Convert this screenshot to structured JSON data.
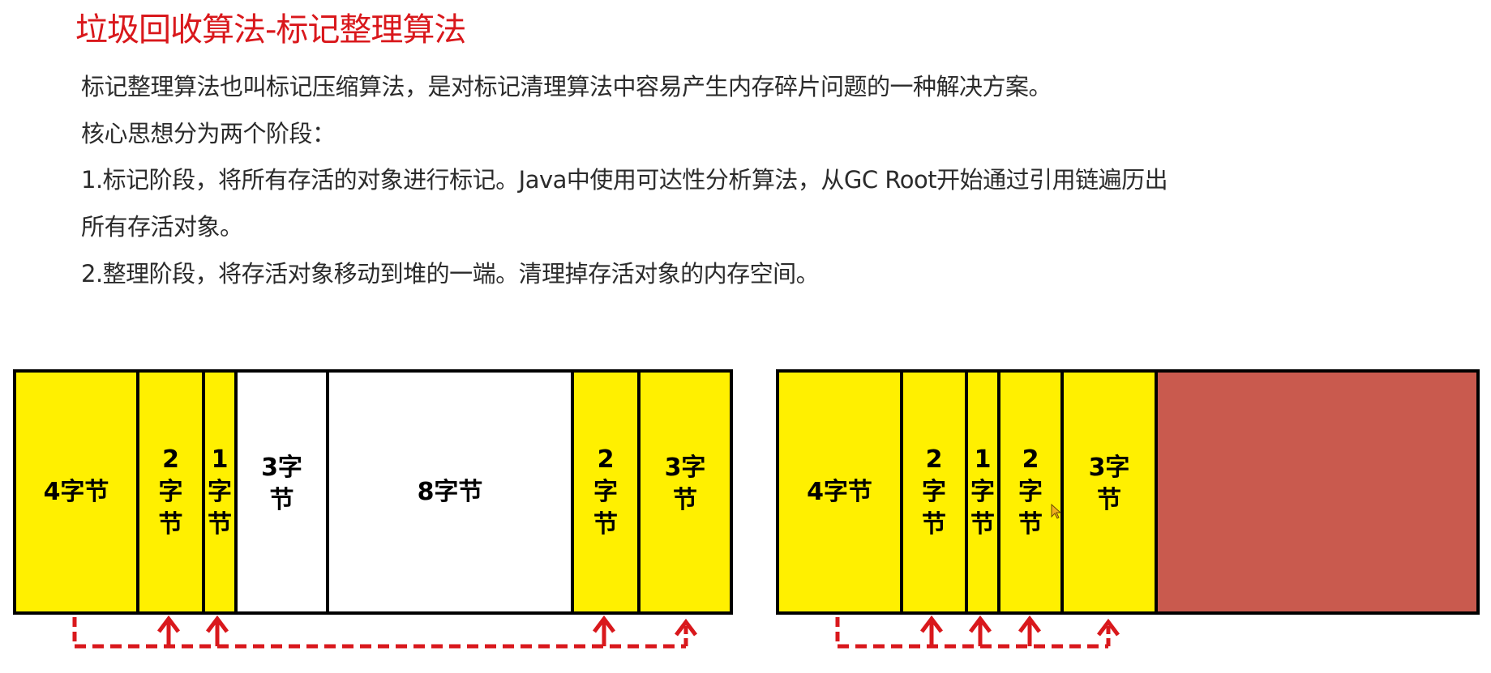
{
  "title": "垃圾回收算法-标记整理算法",
  "paragraphs": [
    "标记整理算法也叫标记压缩算法，是对标记清理算法中容易产生内存碎片问题的一种解决方案。",
    "核心思想分为两个阶段：",
    "1.标记阶段，将所有存活的对象进行标记。Java中使用可达性分析算法，从GC Root开始通过引用链遍历出",
    "所有存活对象。",
    "2.整理阶段，将存活对象移动到堆的一端。清理掉存活对象的内存空间。"
  ],
  "colors": {
    "title": "#D9181C",
    "live": "#FFF000",
    "free": "#FFFFFF",
    "reclaimed": "#C95A4E",
    "arrow": "#D9181C"
  },
  "before_heap": {
    "segments": [
      {
        "label": "4字节",
        "state": "live"
      },
      {
        "label": "2\n字\n节",
        "state": "live"
      },
      {
        "label": "1\n字\n节",
        "state": "live"
      },
      {
        "label": "3字\n节",
        "state": "free"
      },
      {
        "label": "8字节",
        "state": "free"
      },
      {
        "label": "2\n字\n节",
        "state": "live"
      },
      {
        "label": "3字\n节",
        "state": "live"
      }
    ]
  },
  "after_heap": {
    "segments": [
      {
        "label": "4字节",
        "state": "live"
      },
      {
        "label": "2\n字\n节",
        "state": "live"
      },
      {
        "label": "1\n字\n节",
        "state": "live"
      },
      {
        "label": "2\n字\n节",
        "state": "live"
      },
      {
        "label": "3字\n节",
        "state": "live"
      },
      {
        "label": "",
        "state": "reclaimed"
      }
    ]
  }
}
